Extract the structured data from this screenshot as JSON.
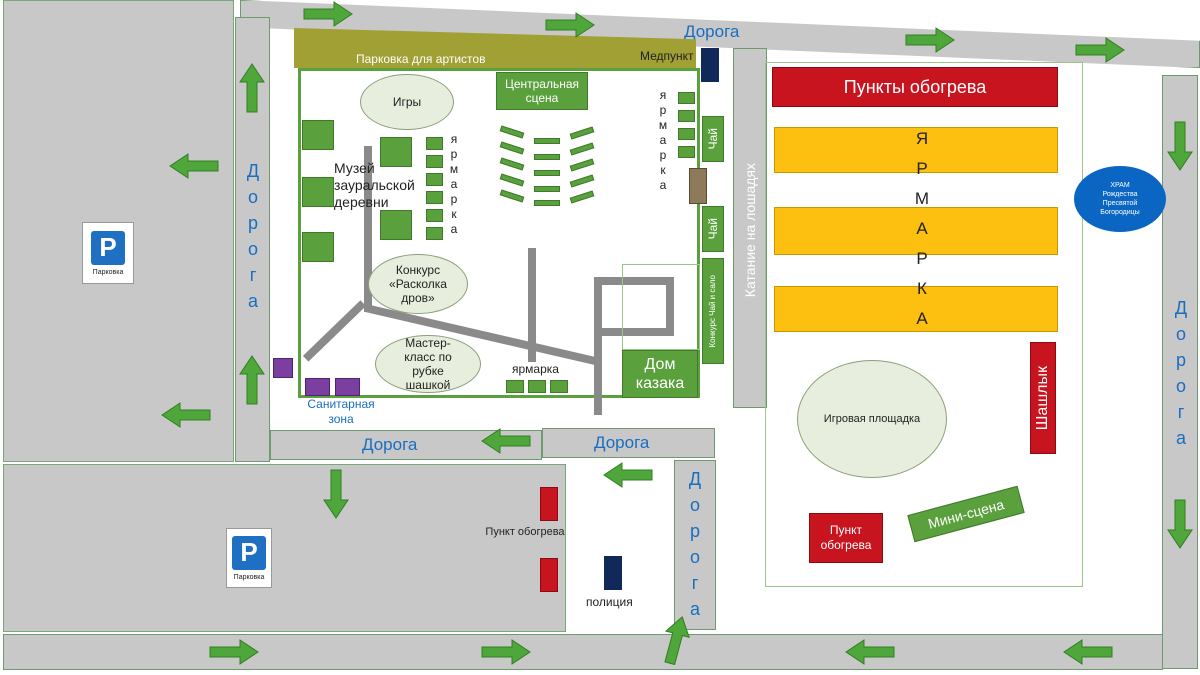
{
  "roads": {
    "road_label": "Дорога",
    "road_vertical_letters": [
      "Д",
      "о",
      "р",
      "о",
      "г",
      "а"
    ]
  },
  "parking": {
    "sign_letter": "P",
    "sign_caption": "Парковка"
  },
  "artists_parking": "Парковка для артистов",
  "medical": "Медпункт",
  "central_stage": "Центральная сцена",
  "games": "Игры",
  "museum": "Музей зауральской деревни",
  "fair_vertical_letters": [
    "я",
    "р",
    "м",
    "а",
    "р",
    "к",
    "а"
  ],
  "fair_small": "ярмарка",
  "woodcutting_contest": "Конкурс «Расколка дров»",
  "masterclass": "Мастер-класс по рубке шашкой",
  "sanitary_zone": "Санитарная зона",
  "cossack_house": "Дом казака",
  "tea": "Чай",
  "tea_contest": "Конкурс Чай и сало",
  "horse_rides": "Катание на лошадях",
  "heating_points": "Пункты обогрева",
  "big_fair_letters": [
    "Я",
    "Р",
    "М",
    "А",
    "Р",
    "К",
    "А"
  ],
  "temple": "ХРАМ Рождества Пресвятой Богородицы",
  "shashlik": "Шашлык",
  "playground": "Игровая площадка",
  "heating_point": "Пункт обогрева",
  "mini_stage": "Мини-сцена",
  "police": "полиция",
  "colors": {
    "road_gray": "#c8c8c8",
    "green": "#5aa03c",
    "red": "#c8141e",
    "yellow": "#fdbf10",
    "navy": "#10285a",
    "blue_text": "#1a6ec0",
    "temple_blue": "#0b66c3"
  },
  "arrows": {
    "icon": "green-arrow-icon"
  }
}
